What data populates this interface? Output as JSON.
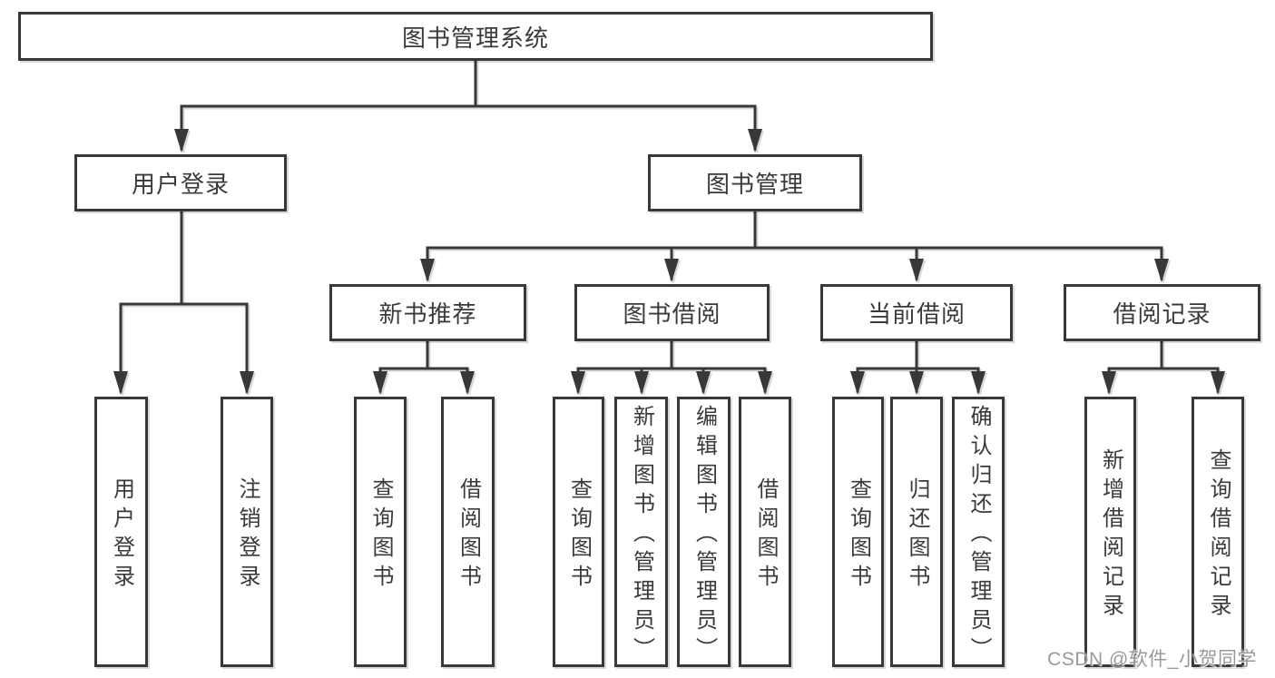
{
  "diagram": {
    "root": {
      "label": "图书管理系统"
    },
    "branches": [
      {
        "label": "用户登录",
        "children": [
          {
            "label": "用户登录"
          },
          {
            "label": "注销登录"
          }
        ]
      },
      {
        "label": "图书管理",
        "children": [
          {
            "label": "新书推荐",
            "children": [
              {
                "label": "查询图书"
              },
              {
                "label": "借阅图书"
              }
            ]
          },
          {
            "label": "图书借阅",
            "children": [
              {
                "label": "查询图书"
              },
              {
                "label": "新增图书（管理员）"
              },
              {
                "label": "编辑图书（管理员）"
              },
              {
                "label": "借阅图书"
              }
            ]
          },
          {
            "label": "当前借阅",
            "children": [
              {
                "label": "查询图书"
              },
              {
                "label": "归还图书"
              },
              {
                "label": "确认归还（管理员）"
              }
            ]
          },
          {
            "label": "借阅记录",
            "children": [
              {
                "label": "新增借阅记录"
              },
              {
                "label": "查询借阅记录"
              }
            ]
          }
        ]
      }
    ]
  },
  "watermark": {
    "text": "CSDN @软件_小贺同学"
  },
  "colors": {
    "line": "#383838",
    "box_border": "#383838",
    "text": "#3a3a3a",
    "watermark": "#949494",
    "background": "#ffffff"
  }
}
